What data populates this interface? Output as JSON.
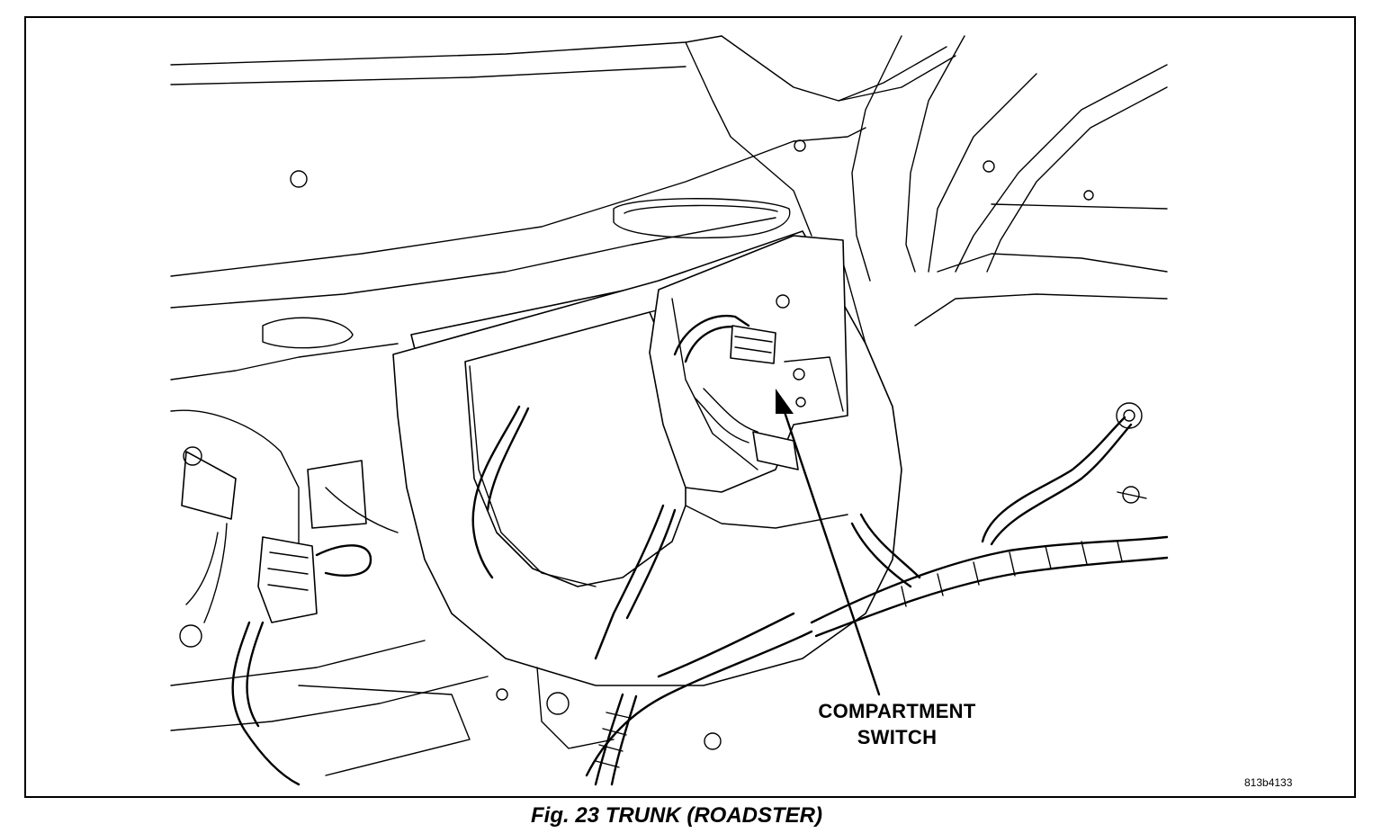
{
  "figure": {
    "caption": "Fig. 23 TRUNK (ROADSTER)",
    "reference_code": "813b4133",
    "callout": {
      "line1": "COMPARTMENT",
      "line2": "SWITCH"
    }
  }
}
